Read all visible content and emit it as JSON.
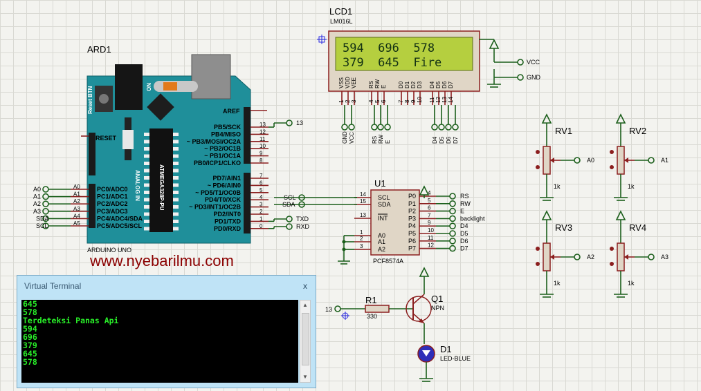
{
  "ard": {
    "ref": "ARD1",
    "model": "ARDUINO UNO",
    "reset_btn": "Reset BTN",
    "on_label": "ON",
    "reset_label": "RESET",
    "aref": "AREF",
    "chip": "ATMEGA328P-PU",
    "analog_in": "ANALOG IN",
    "right_pins_top": [
      "PB5/SCK",
      "PB4/MISO",
      "~ PB3/MOSI/OC2A",
      "~ PB2/OC1B",
      "~ PB1/OC1A",
      "PB0/ICP1/CLKO"
    ],
    "right_nums_top": [
      "13",
      "12",
      "11",
      "10",
      "9",
      "8"
    ],
    "right_pins_bot": [
      "PD7/AIN1",
      "~ PD6/AIN0",
      "~ PD5/T1/OC0B",
      "PD4/T0/XCK",
      "~ PD3/INT1/OC2B",
      "PD2/INT0",
      "PD1/TXD",
      "PD0/RXD"
    ],
    "right_nums_bot": [
      "7",
      "6",
      "5",
      "4",
      "3",
      "2",
      "1",
      "0"
    ],
    "left_pins": [
      "PC0/ADC0",
      "PC1/ADC1",
      "PC2/ADC2",
      "PC3/ADC3",
      "PC4/ADC4/SDA",
      "PC5/ADC5/SCL"
    ],
    "left_pin_tags": [
      "A0",
      "A1",
      "A2",
      "A3",
      "A4",
      "A5"
    ],
    "left_net_labels": [
      "A0",
      "A1",
      "A2",
      "A3",
      "SDA",
      "SCL"
    ],
    "right_net_labels": [
      "13",
      "TXD",
      "RXD"
    ]
  },
  "lcd": {
    "ref": "LCD1",
    "model": "LM016L",
    "line1": "594  696  578",
    "line2": "379  645  Fire",
    "pins": [
      "VSS",
      "VDD",
      "VEE",
      "RS",
      "RW",
      "E",
      "D0",
      "D1",
      "D2",
      "D3",
      "D4",
      "D5",
      "D6",
      "D7"
    ],
    "pin_nums": [
      "1",
      "2",
      "3",
      "4",
      "5",
      "6",
      "7",
      "8",
      "9",
      "10",
      "11",
      "12",
      "13",
      "14"
    ],
    "bottom_nets": [
      "GND",
      "VCC",
      "RS",
      "RW",
      "E",
      "D4",
      "D5",
      "D6",
      "D7"
    ],
    "power_vcc": "VCC",
    "power_gnd": "GND"
  },
  "u1": {
    "ref": "U1",
    "model": "PCF8574A",
    "left_pins": [
      "SCL",
      "SDA",
      "INT",
      "A0",
      "A1",
      "A2"
    ],
    "left_nums": [
      "14",
      "15",
      "13",
      "1",
      "2",
      "3"
    ],
    "left_nets": [
      "SCL",
      "SDA"
    ],
    "right_pins": [
      "P0",
      "P1",
      "P2",
      "P3",
      "P4",
      "P5",
      "P6",
      "P7"
    ],
    "right_nums": [
      "4",
      "5",
      "6",
      "7",
      "9",
      "10",
      "11",
      "12"
    ],
    "right_nets": [
      "RS",
      "RW",
      "E",
      "backlight",
      "D4",
      "D5",
      "D6",
      "D7"
    ]
  },
  "pots": [
    {
      "ref": "RV1",
      "value": "1k",
      "net": "A0"
    },
    {
      "ref": "RV2",
      "value": "1k",
      "net": "A1"
    },
    {
      "ref": "RV3",
      "value": "1k",
      "net": "A2"
    },
    {
      "ref": "RV4",
      "value": "1k",
      "net": "A3"
    }
  ],
  "r1": {
    "ref": "R1",
    "value": "330",
    "net": "13"
  },
  "q1": {
    "ref": "Q1",
    "type": "NPN"
  },
  "d1": {
    "ref": "D1",
    "type": "LED-BLUE"
  },
  "watermark": "www.nyebarilmu.com",
  "terminal": {
    "title": "Virtual Terminal",
    "close": "x",
    "lines": [
      "645",
      "578",
      "Terdeteksi Panas Api",
      "594",
      "696",
      "379",
      "645",
      "578"
    ]
  },
  "colors": {
    "arduino_board": "#1f8f9a",
    "lcd_screen": "#b5cf3f",
    "wire": "#1a5e1a",
    "terminal_text": "#29f029"
  }
}
